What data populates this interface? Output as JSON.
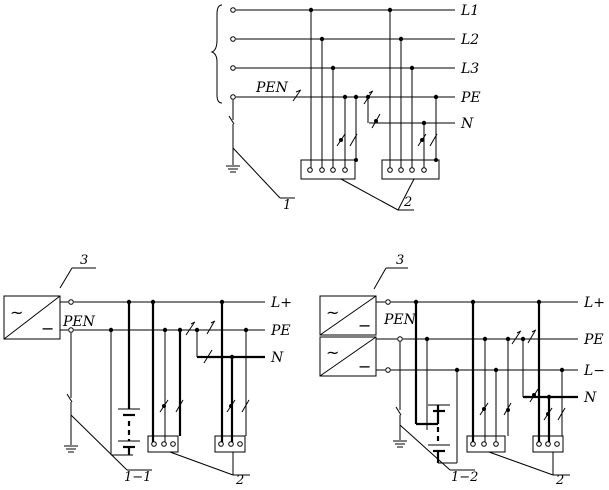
{
  "diagram_a": {
    "line_l1": "L1",
    "line_l2": "L2",
    "line_l3": "L3",
    "line_pe": "PE",
    "line_n": "N",
    "pen": "PEN",
    "callout_1": "1",
    "callout_2": "2"
  },
  "diagram_b": {
    "line_lplus": "L+",
    "line_pe": "PE",
    "line_n": "N",
    "pen": "PEN",
    "converter_ac": "~",
    "converter_dc": "−",
    "callout_3": "3",
    "callout_11": "1−1",
    "callout_2": "2"
  },
  "diagram_c": {
    "line_lplus": "L+",
    "line_pe": "PE",
    "line_lminus": "L−",
    "line_n": "N",
    "pen": "PEN",
    "converter_ac": "~",
    "converter_dc": "−",
    "callout_3": "3",
    "callout_12": "1−2",
    "callout_2": "2"
  }
}
